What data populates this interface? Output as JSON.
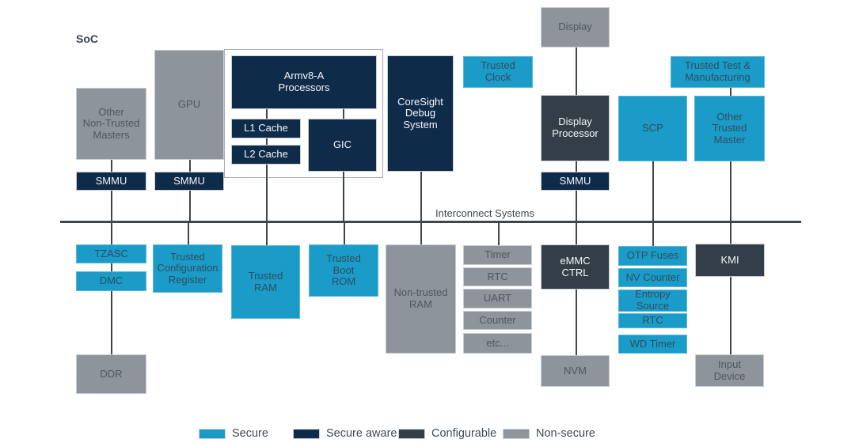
{
  "diagram": {
    "soc_label": "SoC",
    "interconnect_label": "Interconnect Systems"
  },
  "colors": {
    "secure": "#1b9bc8",
    "secure_aware": "#0e2b4a",
    "configurable": "#333e48",
    "non_secure": "#8d949b"
  },
  "nodes": [
    {
      "id": "other-non-trusted-masters",
      "label": "Other\nNon-Trusted\nMasters",
      "type": "non_secure"
    },
    {
      "id": "gpu",
      "label": "GPU",
      "type": "non_secure"
    },
    {
      "id": "smmu-masters",
      "label": "SMMU",
      "type": "secure_aware"
    },
    {
      "id": "smmu-gpu",
      "label": "SMMU",
      "type": "secure_aware"
    },
    {
      "id": "armv8-processors",
      "label": "Armv8-A\nProcessors",
      "type": "secure_aware"
    },
    {
      "id": "l1-cache",
      "label": "L1 Cache",
      "type": "secure_aware"
    },
    {
      "id": "l2-cache",
      "label": "L2 Cache",
      "type": "secure_aware"
    },
    {
      "id": "gic",
      "label": "GIC",
      "type": "secure_aware"
    },
    {
      "id": "coresight-debug-system",
      "label": "CoreSight\nDebug\nSystem",
      "type": "secure_aware"
    },
    {
      "id": "trusted-clock",
      "label": "Trusted\nClock",
      "type": "secure"
    },
    {
      "id": "display",
      "label": "Display",
      "type": "non_secure"
    },
    {
      "id": "display-processor",
      "label": "Display\nProcessor",
      "type": "configurable"
    },
    {
      "id": "smmu-display",
      "label": "SMMU",
      "type": "secure_aware"
    },
    {
      "id": "scp",
      "label": "SCP",
      "type": "secure"
    },
    {
      "id": "trusted-test-manufacturing",
      "label": "Trusted Test &\nManufacturing",
      "type": "secure"
    },
    {
      "id": "other-trusted-master",
      "label": "Other\nTrusted\nMaster",
      "type": "secure"
    },
    {
      "id": "tzasc",
      "label": "TZASC",
      "type": "secure"
    },
    {
      "id": "dmc",
      "label": "DMC",
      "type": "secure"
    },
    {
      "id": "ddr",
      "label": "DDR",
      "type": "non_secure"
    },
    {
      "id": "trusted-configuration-register",
      "label": "Trusted\nConfiguration\nRegister",
      "type": "secure"
    },
    {
      "id": "trusted-ram",
      "label": "Trusted\nRAM",
      "type": "secure"
    },
    {
      "id": "trusted-boot-rom",
      "label": "Trusted\nBoot\nROM",
      "type": "secure"
    },
    {
      "id": "non-trusted-ram",
      "label": "Non-trusted\nRAM",
      "type": "non_secure"
    },
    {
      "id": "timer",
      "label": "Timer",
      "type": "non_secure"
    },
    {
      "id": "rtc-peripheral",
      "label": "RTC",
      "type": "non_secure"
    },
    {
      "id": "uart",
      "label": "UART",
      "type": "non_secure"
    },
    {
      "id": "counter",
      "label": "Counter",
      "type": "non_secure"
    },
    {
      "id": "etc",
      "label": "etc...",
      "type": "non_secure"
    },
    {
      "id": "emmc-ctrl",
      "label": "eMMC\nCTRL",
      "type": "configurable"
    },
    {
      "id": "nvm",
      "label": "NVM",
      "type": "non_secure"
    },
    {
      "id": "otp-fuses",
      "label": "OTP Fuses",
      "type": "secure"
    },
    {
      "id": "nv-counter",
      "label": "NV Counter",
      "type": "secure"
    },
    {
      "id": "entropy-source",
      "label": "Entropy\nSource",
      "type": "secure"
    },
    {
      "id": "rtc-secure",
      "label": "RTC",
      "type": "secure"
    },
    {
      "id": "wd-timer",
      "label": "WD Timer",
      "type": "secure"
    },
    {
      "id": "kmi",
      "label": "KMI",
      "type": "configurable"
    },
    {
      "id": "input-device",
      "label": "Input\nDevice",
      "type": "non_secure"
    }
  ],
  "legend": {
    "items": [
      {
        "label": "Secure",
        "type": "secure"
      },
      {
        "label": "Secure aware",
        "type": "secure_aware"
      },
      {
        "label": "Configurable",
        "type": "configurable"
      },
      {
        "label": "Non-secure",
        "type": "non_secure"
      }
    ]
  }
}
